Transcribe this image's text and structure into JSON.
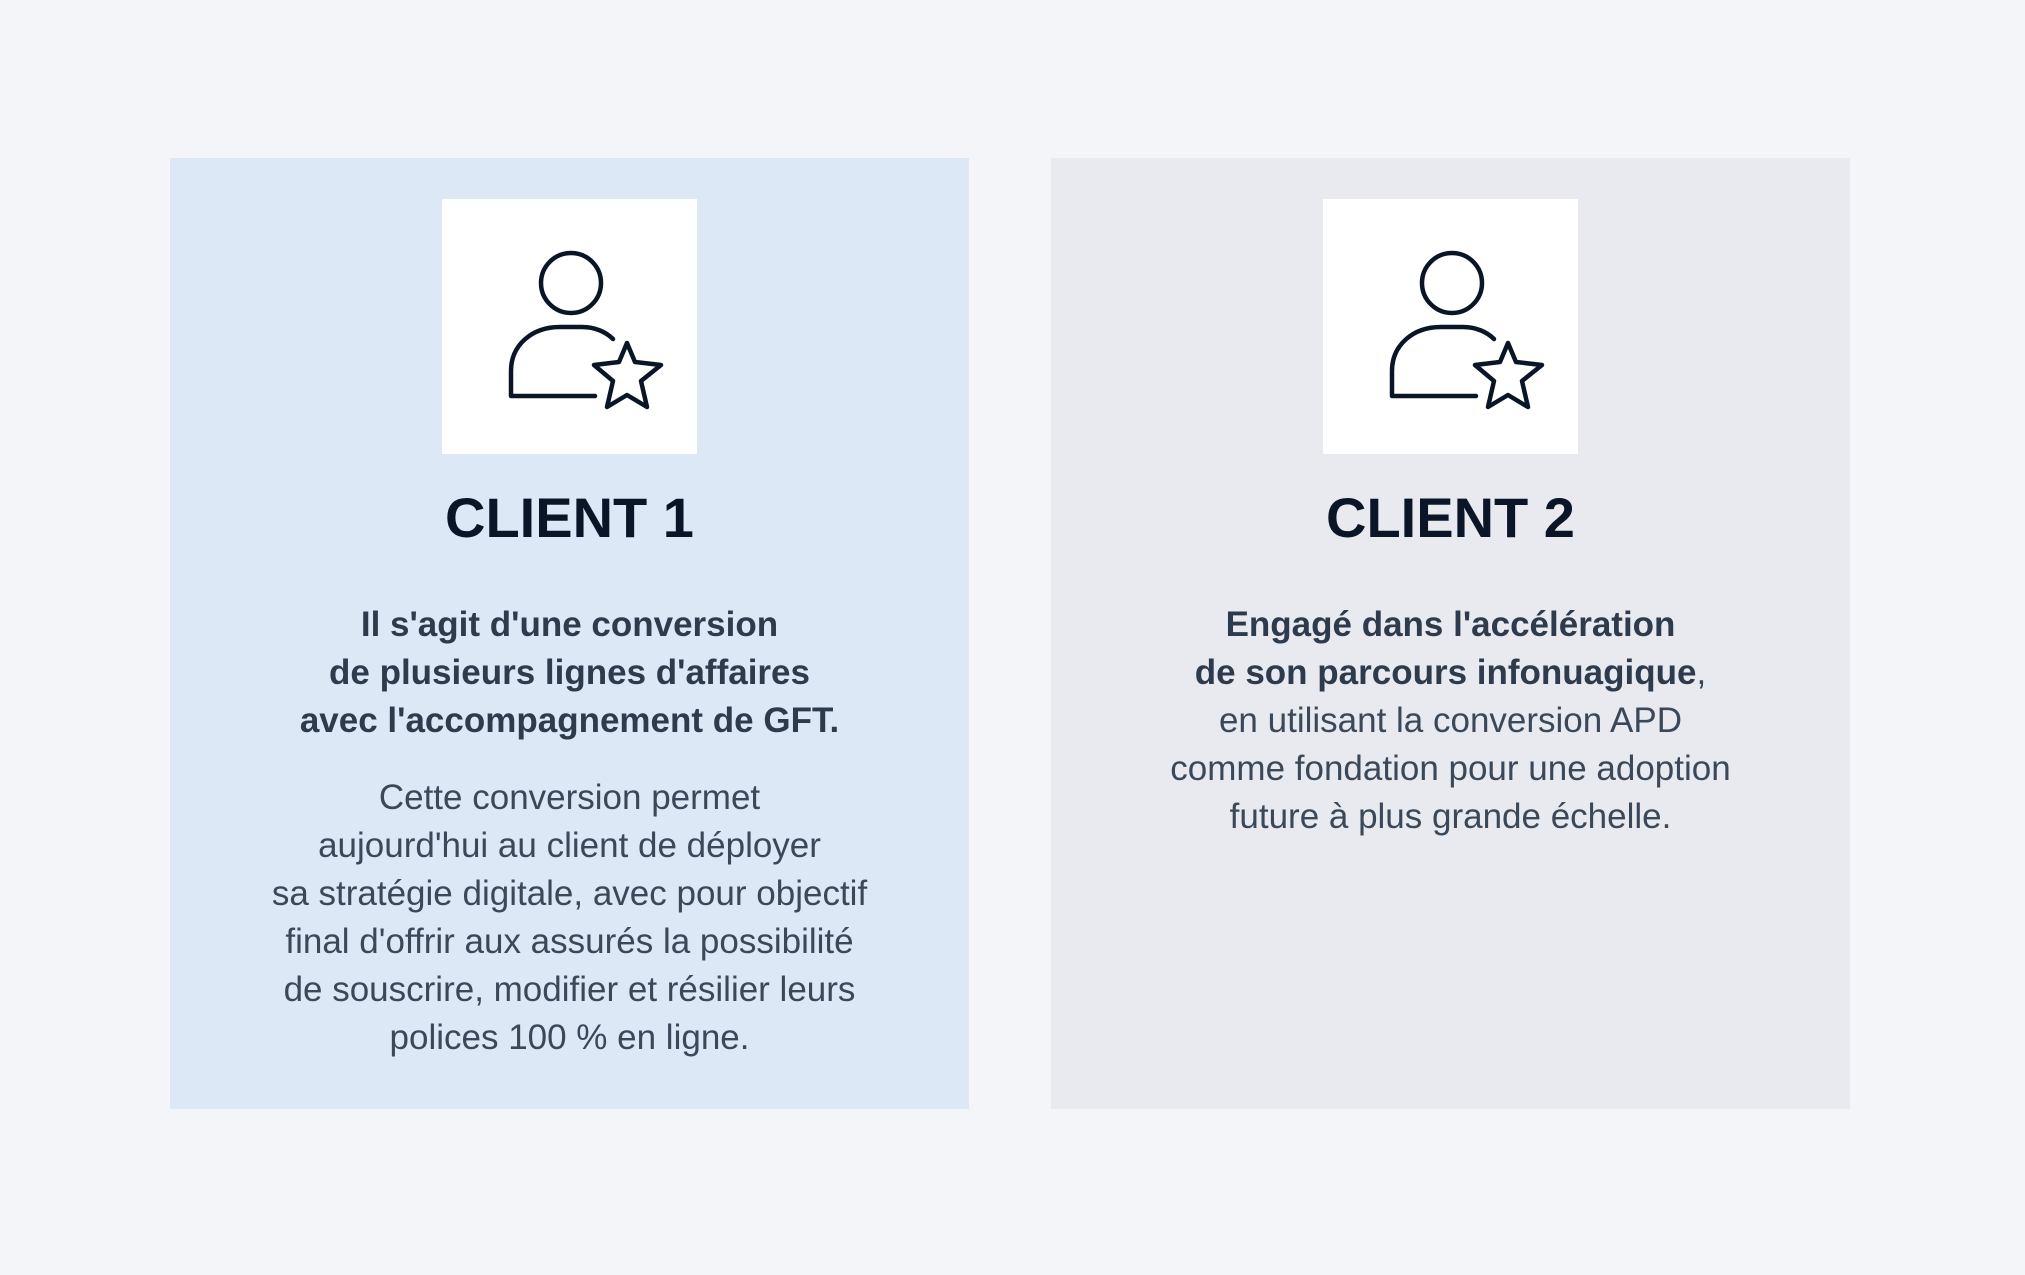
{
  "colors": {
    "page_background": "#f3f5f9",
    "card_1_background": "#dce8f6",
    "card_2_background": "#e8eaef",
    "icon_box_background": "#ffffff",
    "title_color": "#0a1628",
    "text_color": "#2e3b4c",
    "icon_stroke": "#0a1628"
  },
  "cards": [
    {
      "icon": "user-star-icon",
      "title": "CLIENT 1",
      "lead_lines": [
        "Il s'agit d'une conversion",
        "de plusieurs lignes d'affaires",
        "avec l'accompagnement de GFT."
      ],
      "detail_lines": [
        "Cette conversion permet",
        "aujourd'hui au client de déployer",
        "sa stratégie digitale, avec pour objectif",
        "final d'offrir aux assurés la possibilité",
        "de souscrire, modifier et résilier leurs",
        "polices 100 % en ligne."
      ]
    },
    {
      "icon": "user-star-icon",
      "title": "CLIENT 2",
      "lead_lines": [
        "Engagé dans l'accélération",
        "de son parcours infonuagique"
      ],
      "lead_trailing_punctuation": ",",
      "detail_lines": [
        "en utilisant la conversion APD",
        "comme fondation pour une adoption",
        "future à plus grande échelle."
      ]
    }
  ]
}
